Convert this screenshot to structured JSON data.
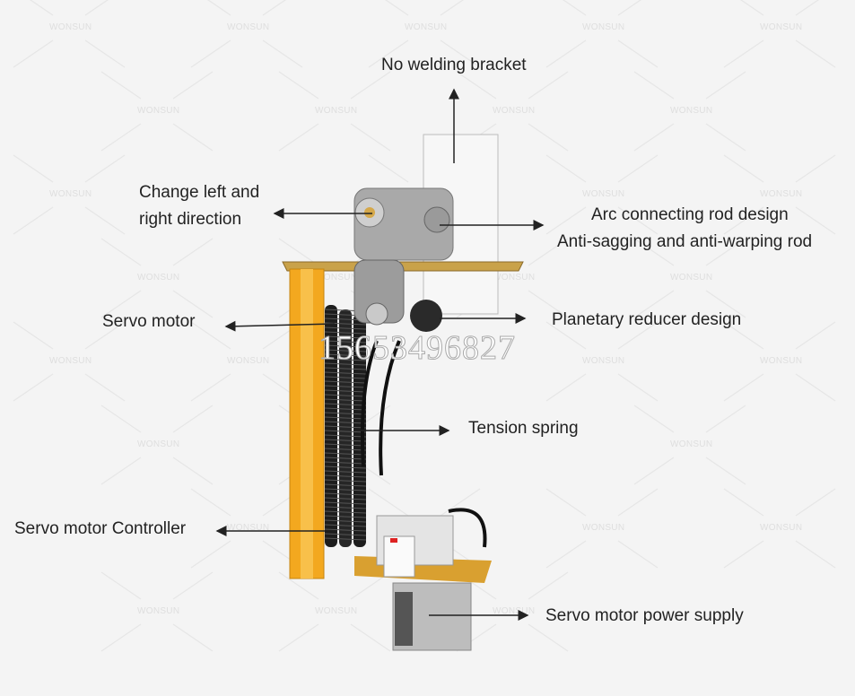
{
  "watermark": "WONSUN",
  "phone": "15653496827",
  "labels": {
    "no_welding_bracket": "No welding bracket",
    "change_direction_1": "Change left and",
    "change_direction_2": "right direction",
    "arc_rod_1": "Arc connecting rod design",
    "arc_rod_2": "Anti-sagging and anti-warping rod",
    "servo_motor": "Servo motor",
    "planetary_reducer": "Planetary reducer design",
    "tension_spring": "Tension spring",
    "servo_controller": "Servo motor Controller",
    "power_supply": "Servo motor power supply"
  },
  "colors": {
    "frame": "#f3a81f",
    "spring": "#1d1d1d",
    "metal": "#b9b9b9",
    "text": "#222222"
  }
}
